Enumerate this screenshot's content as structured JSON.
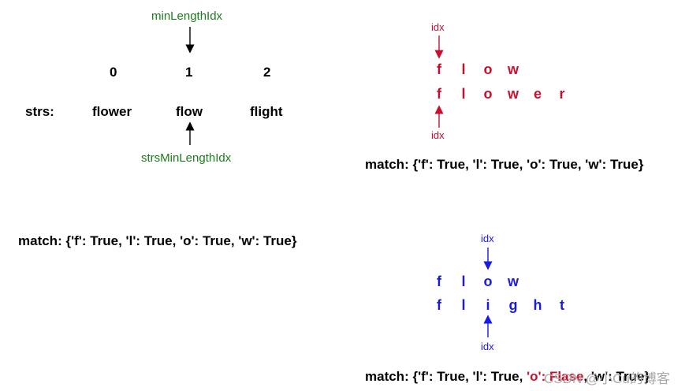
{
  "top_left": {
    "min_length_idx_label": "minLengthIdx",
    "indices": [
      "0",
      "1",
      "2"
    ],
    "strs_label": "strs:",
    "words": [
      "flower",
      "flow",
      "flight"
    ],
    "strs_min_length_idx_label": "strsMinLengthIdx"
  },
  "top_right": {
    "idx_top": "idx",
    "row1": [
      "f",
      "l",
      "o",
      "w"
    ],
    "row2": [
      "f",
      "l",
      "o",
      "w",
      "e",
      "r"
    ],
    "idx_bottom": "idx",
    "match_text": "match: {'f': True, 'l': True, 'o': True, 'w': True}"
  },
  "left_middle": {
    "match_text": "match: {'f': True, 'l': True, 'o': True, 'w': True}"
  },
  "bottom_right": {
    "idx_top": "idx",
    "row1": [
      "f",
      "l",
      "o",
      "w"
    ],
    "row2": [
      "f",
      "l",
      "i",
      "g",
      "h",
      "t"
    ],
    "idx_bottom": "idx",
    "match_prefix": "match: {'f': True, 'l': True, ",
    "match_o": "'o': Flase",
    "match_suffix": ", 'w': True}",
    "watermark": "CSDN @小Cu的博客"
  },
  "colors": {
    "green": "#1e7b1e",
    "red": "#c8102e",
    "blue": "#1a1ae6",
    "black": "#000000"
  }
}
